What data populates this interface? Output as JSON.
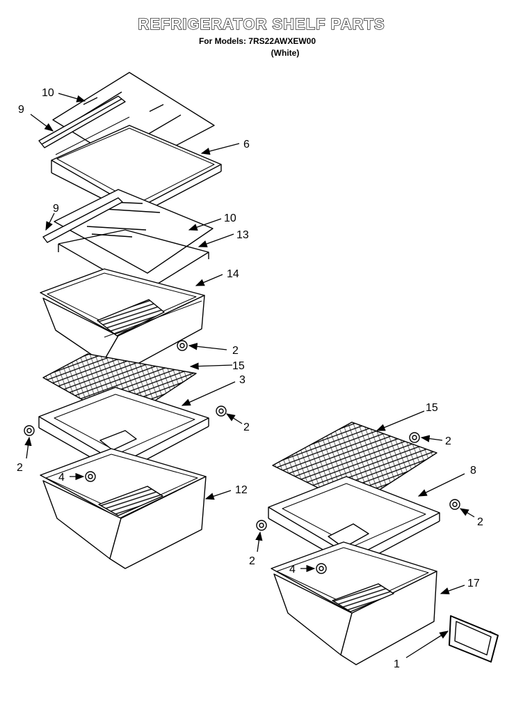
{
  "title": "REFRIGERATOR SHELF PARTS",
  "subtitle": "For Models: 7RS22AWXEW00",
  "subtitle2": "(White)",
  "callouts": {
    "c10a": "10",
    "c9a": "9",
    "c6": "6",
    "c9b": "9",
    "c10b": "10",
    "c13": "13",
    "c14": "14",
    "c2a": "2",
    "c15a": "15",
    "c3": "3",
    "c2b": "2",
    "c2c": "2",
    "c4a": "4",
    "c12": "12",
    "c15b": "15",
    "c2d": "2",
    "c8": "8",
    "c2e": "2",
    "c2f": "2",
    "c4b": "4",
    "c17": "17",
    "c1": "1"
  }
}
